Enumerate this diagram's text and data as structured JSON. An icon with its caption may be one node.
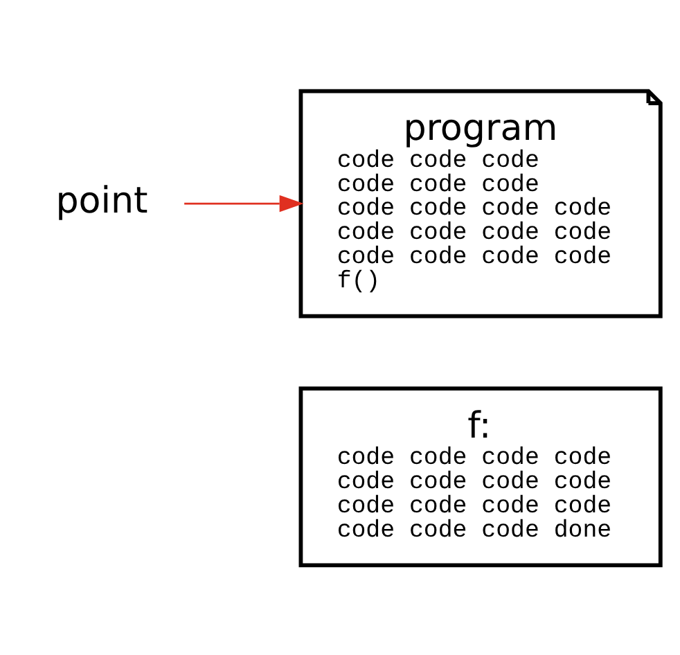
{
  "diagram": {
    "nodes": [
      {
        "text": [
          "program",
          "code code code",
          "code code code",
          "code code code code",
          "code code code code",
          "code code code code",
          "f()"
        ]
      },
      {
        "text": [
          "point"
        ]
      },
      {
        "text": [
          "f:",
          "code code code code",
          "code code code code",
          "code code code code",
          "code code code done"
        ]
      }
    ],
    "edges": [
      {
        "from": 1,
        "to": 0,
        "arrow": "to",
        "color": "#e03020"
      }
    ]
  }
}
